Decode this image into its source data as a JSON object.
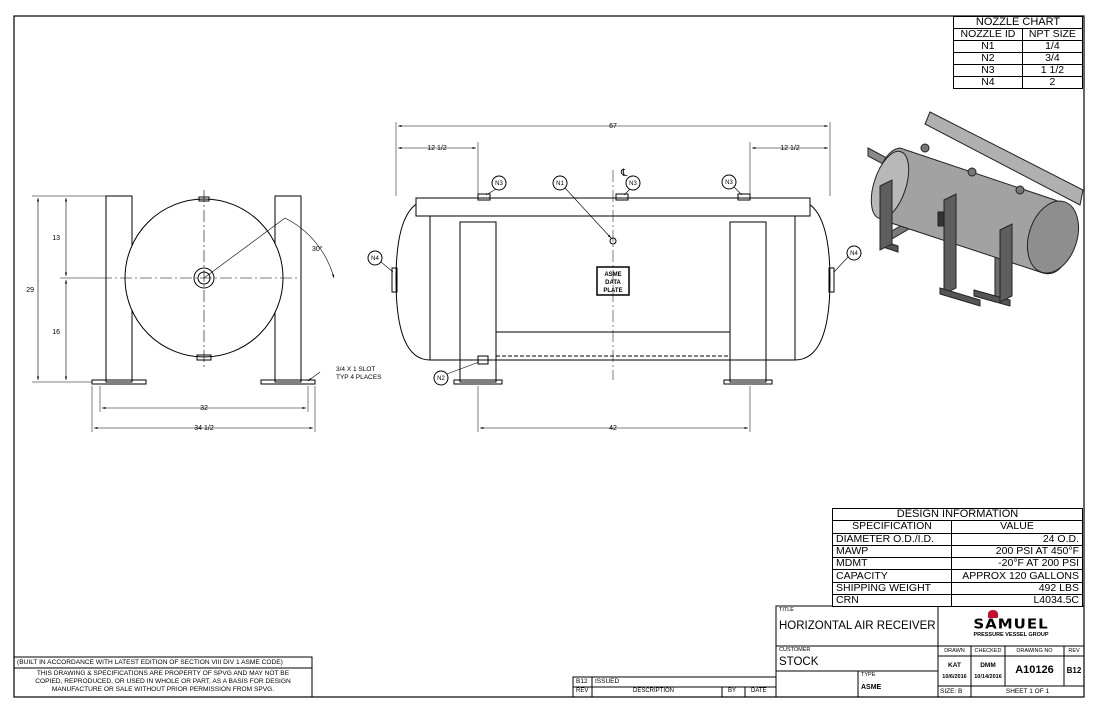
{
  "nozzle_chart": {
    "title": "NOZZLE CHART",
    "headers": [
      "NOZZLE ID",
      "NPT SIZE"
    ],
    "rows": [
      {
        "id": "N1",
        "size": "1/4"
      },
      {
        "id": "N2",
        "size": "3/4"
      },
      {
        "id": "N3",
        "size": "1 1/2"
      },
      {
        "id": "N4",
        "size": "2"
      }
    ]
  },
  "design_info": {
    "title": "DESIGN INFORMATION",
    "headers": [
      "SPECIFICATION",
      "VALUE"
    ],
    "rows": [
      {
        "spec": "DIAMETER O.D./I.D.",
        "value": "24 O.D."
      },
      {
        "spec": "MAWP",
        "value": "200 PSI AT 450°F"
      },
      {
        "spec": "MDMT",
        "value": "-20°F AT 200 PSI"
      },
      {
        "spec": "CAPACITY",
        "value": "APPROX 120 GALLONS"
      },
      {
        "spec": "SHIPPING WEIGHT",
        "value": "492 LBS"
      },
      {
        "spec": "CRN",
        "value": "L4034.5C"
      }
    ]
  },
  "dimensions": {
    "side_height_top": "13",
    "side_height_total": "29",
    "side_height_bottom": "16",
    "side_angle": "30°",
    "side_width_inner": "32",
    "side_width_outer": "34 1/2",
    "front_length": "67",
    "front_left_offset": "12 1/2",
    "front_right_offset": "12 1/2",
    "front_support_span": "42",
    "centerline": "℄"
  },
  "nozzle_tags": {
    "n1": "N1",
    "n2": "N2",
    "n3": "N3",
    "n4": "N4"
  },
  "asme_plate": [
    "ASME",
    "DATA",
    "PLATE"
  ],
  "slot_note": [
    "3/4 X 1 SLOT",
    "TYP 4 PLACES"
  ],
  "notes": {
    "code_note": "(BUILT IN ACCORDANCE WITH LATEST EDITION OF SECTION VIII DIV 1 ASME CODE)",
    "property_note": [
      "THIS DRAWING & SPECIFICATIONS ARE PROPERTY OF SPVG AND MAY NOT BE",
      "COPIED, REPRODUCED, OR USED IN WHOLE OR PART, AS A BASIS FOR DESIGN",
      "MANUFACTURE OR SALE WITHOUT PRIOR PERMISSION FROM SPVG."
    ]
  },
  "revision_block": {
    "rev": "B12",
    "description": "ISSUED",
    "headers": [
      "REV",
      "DESCRIPTION",
      "BY",
      "DATE"
    ]
  },
  "title_block": {
    "title_label": "TITLE",
    "title": "HORIZONTAL AIR RECEIVER",
    "customer_label": "CUSTOMER",
    "customer": "STOCK",
    "type_label": "TYPE",
    "type": "ASME",
    "logo_text": "SAMUEL",
    "logo_sub": "PRESSURE VESSEL GROUP",
    "drawn_label": "DRAWN",
    "drawn_by": "KAT",
    "drawn_date": "10/6/2016",
    "checked_label": "CHECKED",
    "checked_by": "DMM",
    "checked_date": "10/14/2016",
    "drawing_no_label": "DRAWING NO",
    "drawing_no": "A10126",
    "rev_label": "REV",
    "rev": "B12",
    "size": "SIZE: B",
    "sheet": "SHEET 1 OF 1"
  },
  "colors": {
    "line": "#000000",
    "logo_red": "#c8102e",
    "iso_fill": "#9a9a9a"
  }
}
